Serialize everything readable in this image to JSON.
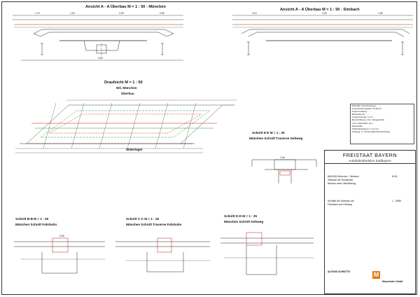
{
  "sheet": {
    "views": {
      "ansicht_muenchen": "Ansicht  A - A Überbau    M = 1 : 50 - München",
      "ansicht_simbach": "Ansicht  A - A Überbau    M = 1 : 50 - Simbach",
      "draufsicht_line1": "Draufsicht        M = 1 : 50",
      "draufsicht_line2": "Wil. München",
      "draufsicht_line3": "Überbau",
      "widerlager": "Widerlager",
      "schnitt_ee_line1": "Schnitt E-E    M = 1 : 25",
      "schnitt_ee_line2": "München Schnitt Traverse Gehweg",
      "schnitt_bb_line1": "Schnitt B-B    M = 1 : 25",
      "schnitt_bb_line2": "München Schnitt Fahrbahn",
      "schnitt_cc_line1": "Schnitt C-C    M = 1 : 25",
      "schnitt_cc_line2": "München Schnitt Traverse Fahrbahn",
      "schnitt_dd_line1": "Schnitt D-D    M = 1 : 25",
      "schnitt_dd_line2": "München Schnitt Gehweg"
    },
    "dims": {
      "d1": "1,74",
      "d2": "1,03",
      "d3": "1,93",
      "d4": "0,55",
      "d5": "2,10",
      "d6": "4,30",
      "d7": "1,50",
      "d8": "3,60",
      "d9": "1,04",
      "d10": "0,50"
    },
    "notes": [
      "Zeitraffer Ausschreibung: ......",
      "Ausschreibungsplan: 03,09,12",
      "Fugenmeldung: ......",
      "Bauwerks-Nr.: ......",
      "Gesamtmenge: 1,0 m",
      "Beschichtung: 2,5 m (Regelprofil)",
      "                 4,5 m (Fahrbahn etc.)",
      "Werkstoffe:",
      "Fahrbahnbelag 4,1 / 1,6 cm",
      "Fußweg: Lt. Verbundplan Beschichtung"
    ],
    "title_block": {
      "state": "FREISTAAT BAYERN",
      "authority": "Autobahndirektion Südbayern",
      "project_1": "BAB A94 München - Simbach",
      "project_2": "Teilstück bei Tennstraße",
      "project_3": "Neubau einer Überführung",
      "drawing_1": "Schnitte der Überbau mit",
      "drawing_2": "Fahrbahn und Gehweg",
      "scale": "1 : 25/50",
      "plan_no": "B 6/1",
      "company_left": "ALFONS SCHNITTE",
      "company_right": "Meyerhofer GmbH",
      "logo_letter": "M"
    }
  }
}
